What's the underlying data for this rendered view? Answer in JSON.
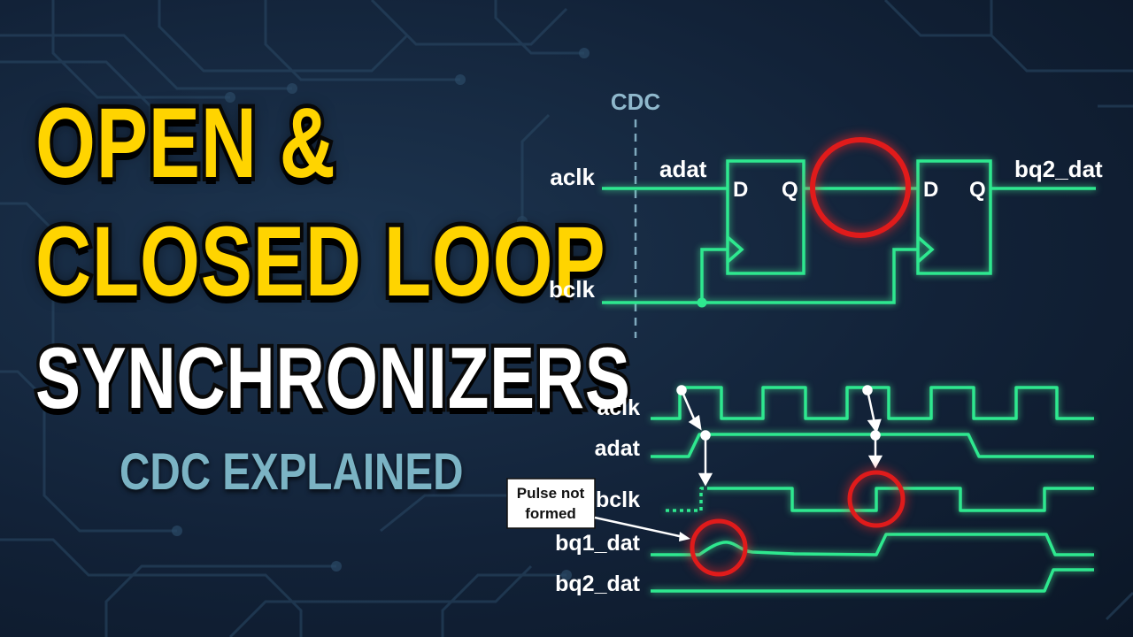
{
  "title": {
    "line1": "OPEN &",
    "line2": "CLOSED LOOP",
    "line3": "SYNCHRONIZERS",
    "subtitle": "CDC EXPLAINED"
  },
  "schematic": {
    "boundary_label": "CDC",
    "aclk": "aclk",
    "adat": "adat",
    "bclk": "bclk",
    "ff1_d": "D",
    "ff1_q": "Q",
    "ff2_d": "D",
    "ff2_q": "Q",
    "output": "bq2_dat"
  },
  "timing": {
    "aclk": "aclk",
    "adat": "adat",
    "bclk": "bclk",
    "bq1_dat": "bq1_dat",
    "bq2_dat": "bq2_dat",
    "callout_line1": "Pulse not",
    "callout_line2": "formed"
  },
  "colors": {
    "wire": "#2ee88f",
    "highlight": "#e01b1b",
    "title_yellow": "#ffd400",
    "subtitle": "#7bb3c4"
  }
}
